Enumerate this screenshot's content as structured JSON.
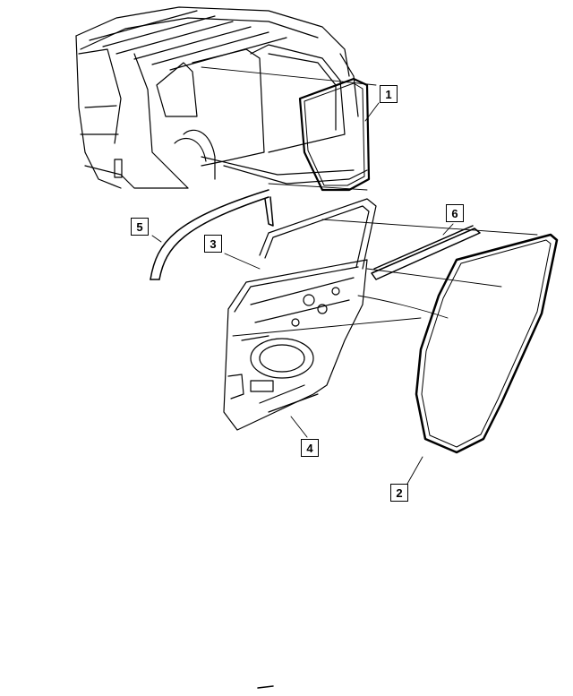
{
  "callouts": [
    {
      "id": "1"
    },
    {
      "id": "2"
    },
    {
      "id": "3"
    },
    {
      "id": "4"
    },
    {
      "id": "5"
    },
    {
      "id": "6"
    }
  ],
  "colors": {
    "line": "#000000",
    "background": "#ffffff"
  }
}
